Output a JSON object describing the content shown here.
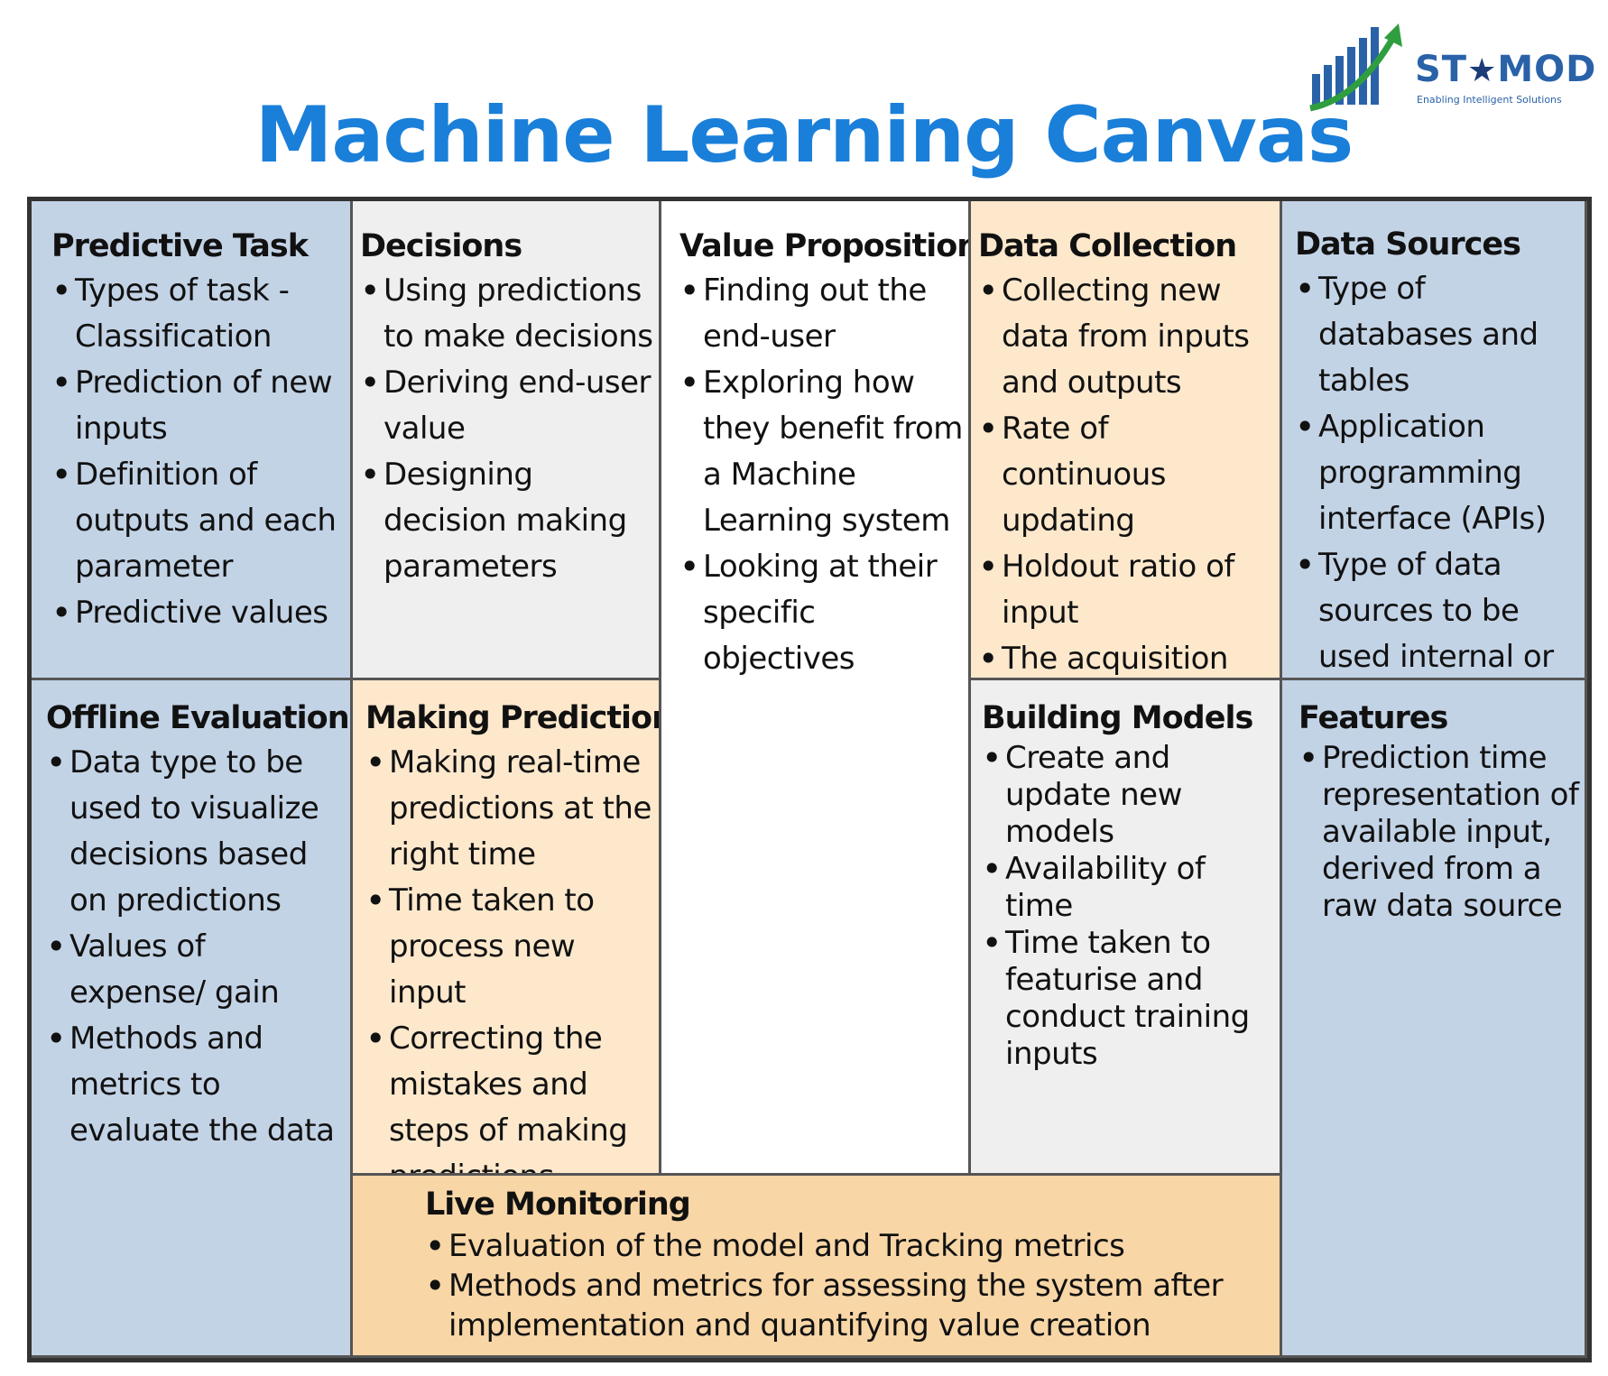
{
  "title": "Machine Learning Canvas",
  "logo": {
    "name_part1": "ST",
    "name_part2": "MOD",
    "tagline": "Enabling Intelligent Solutions"
  },
  "colors": {
    "title": "#1a7fd9",
    "blue_panel": "#c3d3e6",
    "grey_panel": "#efefef",
    "peach_panel": "#fde8cc",
    "orange_panel": "#f8d6a6",
    "border": "#333333"
  },
  "blocks": {
    "predictive_task": {
      "heading": "Predictive Task",
      "items": [
        "Types of task -Classification",
        "Prediction of new inputs",
        "Definition of outputs and each parameter",
        "Predictive values"
      ]
    },
    "decisions": {
      "heading": "Decisions",
      "items": [
        "Using predictions to make decisions",
        "Deriving end-user value",
        "Designing decision making parameters"
      ]
    },
    "value_proposition": {
      "heading": "Value Proposition",
      "items": [
        "Finding out the end-user",
        "Exploring how they benefit from a Machine Learning system",
        "Looking at their specific objectives"
      ]
    },
    "data_collection": {
      "heading": "Data Collection",
      "items": [
        "Collecting new data from inputs and outputs",
        "Rate of continuous updating",
        "Holdout ratio of input",
        "The acquisition cost of output"
      ]
    },
    "data_sources": {
      "heading": "Data Sources",
      "items": [
        "Type of databases and tables",
        "Application programming interface (APIs)",
        "Type of data sources to be used internal or external"
      ]
    },
    "offline_evaluation": {
      "heading": "Offline Evaluation",
      "items": [
        "Data type to be used to visualize decisions based on predictions",
        "Values of expense/ gain",
        "Methods and metrics to evaluate the data"
      ]
    },
    "making_predictions": {
      "heading": "Making Predictions",
      "items": [
        "Making real-time predictions at the right time",
        "Time taken to process new input",
        "Correcting the mistakes and steps of making predictions"
      ]
    },
    "building_models": {
      "heading": "Building Models",
      "items": [
        "Create and update new models",
        "Availability of time",
        "Time taken to featurise and conduct training inputs"
      ]
    },
    "features": {
      "heading": "Features",
      "items": [
        "Prediction time representation of available input, derived from a raw data source"
      ]
    },
    "live_monitoring": {
      "heading": "Live Monitoring",
      "items": [
        "Evaluation of the model and Tracking metrics",
        "Methods and metrics for assessing the system after implementation and quantifying value creation"
      ]
    }
  }
}
